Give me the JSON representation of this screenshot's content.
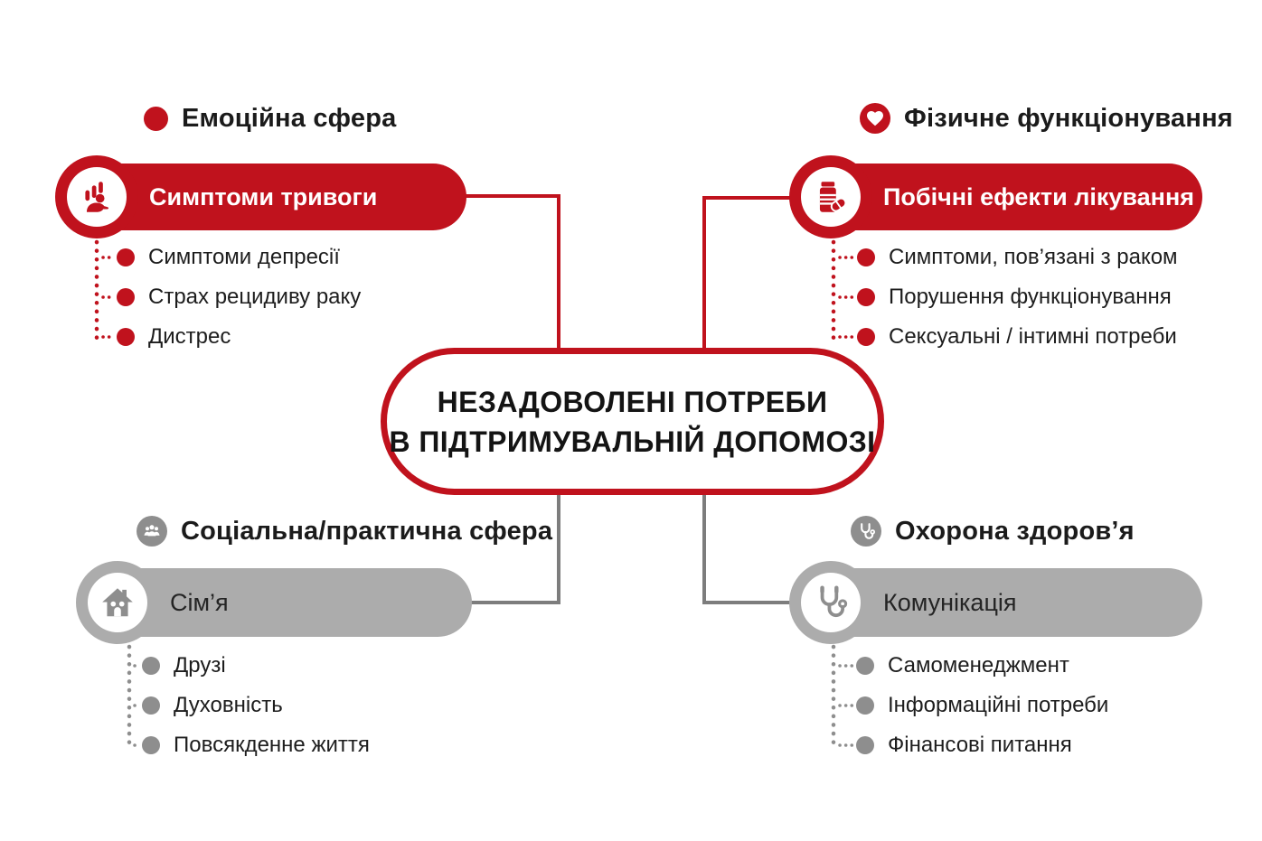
{
  "title": "Інфографіка: незадоволені потреби в підтримувальній допомозі",
  "colors": {
    "red": "#c0121d",
    "gray_pill": "#acacac",
    "gray_icon": "#8e8e8e",
    "connector_gray": "#7d7d7d",
    "text_dark": "#1a1a1a",
    "background": "#ffffff"
  },
  "center": {
    "line1": "НЕЗАДОВОЛЕНІ ПОТРЕБИ",
    "line2": "В ПІДТРИМУВАЛЬНІЙ ДОПОМОЗІ"
  },
  "quadrants": [
    {
      "id": "emotional",
      "header": {
        "icon": "red-dot-icon",
        "label": "Емоційна сфера"
      },
      "pill": {
        "icon": "anxiety-person-icon",
        "label": "Симптоми тривоги",
        "variant": "red"
      },
      "items": [
        "Симптоми депресії",
        "Страх рецидиву раку",
        "Дистрес"
      ]
    },
    {
      "id": "physical",
      "header": {
        "icon": "heart-icon",
        "label": "Фізичне функціонування"
      },
      "pill": {
        "icon": "medication-icon",
        "label": "Побічні ефекти лікування",
        "variant": "red"
      },
      "items": [
        "Симптоми, пов’язані з раком",
        "Порушення функціонування",
        "Сексуальні / інтимні потреби"
      ]
    },
    {
      "id": "social",
      "header": {
        "icon": "people-icon",
        "label": "Соціальна/практична сфера"
      },
      "pill": {
        "icon": "house-icon",
        "label": "Сім’я",
        "variant": "gray"
      },
      "items": [
        "Друзі",
        "Духовність",
        "Повсякденне життя"
      ]
    },
    {
      "id": "healthcare",
      "header": {
        "icon": "stethoscope-icon",
        "label": "Охорона здоров’я"
      },
      "pill": {
        "icon": "stethoscope-icon",
        "label": "Комунікація",
        "variant": "gray"
      },
      "items": [
        "Самоменеджмент",
        "Інформаційні потреби",
        "Фінансові питання"
      ]
    }
  ]
}
